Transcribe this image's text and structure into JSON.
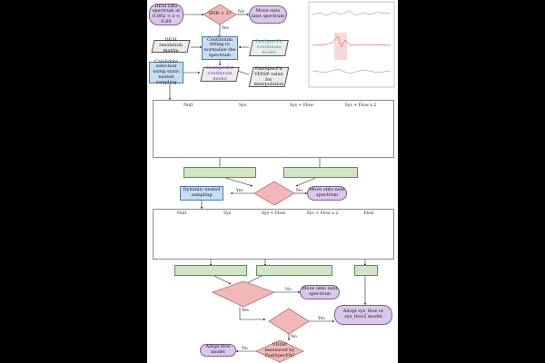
{
  "nodes": {
    "start": "DESI DR2 spectrum at 0.002 < z < 0.60",
    "snr_test": "SNR > 3?",
    "skip_1": "Move onto next spectrum",
    "fit_continuum": "Continuum fitting to normalise the spectrum",
    "resolution": "DESI resolution matrix",
    "fsf_continuum_model": "FastSpecFit continuum model",
    "fsf_continuum": "FastSpecFit continuum model",
    "vdisp_input": "FastSpecFit VDISP value for interpolation",
    "candidate_selection": "Candidate selection using static nested sampling",
    "dynamic": "Dynamic nested sampling",
    "skip_2": "Move onto next spectrum",
    "skip_3": "Move onto next spectrum",
    "adopt_flow": "Adopt flow model",
    "adopt_sysflow": "Adopt sys_flow or sys_flow2 model",
    "vdisp_test": "VDISP measured by FastSpecFit?"
  },
  "edge_labels": {
    "yes": "Yes",
    "no": "No"
  },
  "panels_row1": [
    "Null",
    "Sys",
    "Sys + Flow",
    "Sys + Flow x 2"
  ],
  "panels_row2": [
    "Null",
    "Sys",
    "Sys + Flow",
    "Sys + Flow x 2",
    "Flow"
  ],
  "colors": {
    "terminal": "#d9c8ea",
    "process": "#c7ddf2",
    "result": "#cfe7c4",
    "decision": "#f2b8b8",
    "data_curve": "#b0b0b0",
    "fit_curve": "#d93030"
  }
}
